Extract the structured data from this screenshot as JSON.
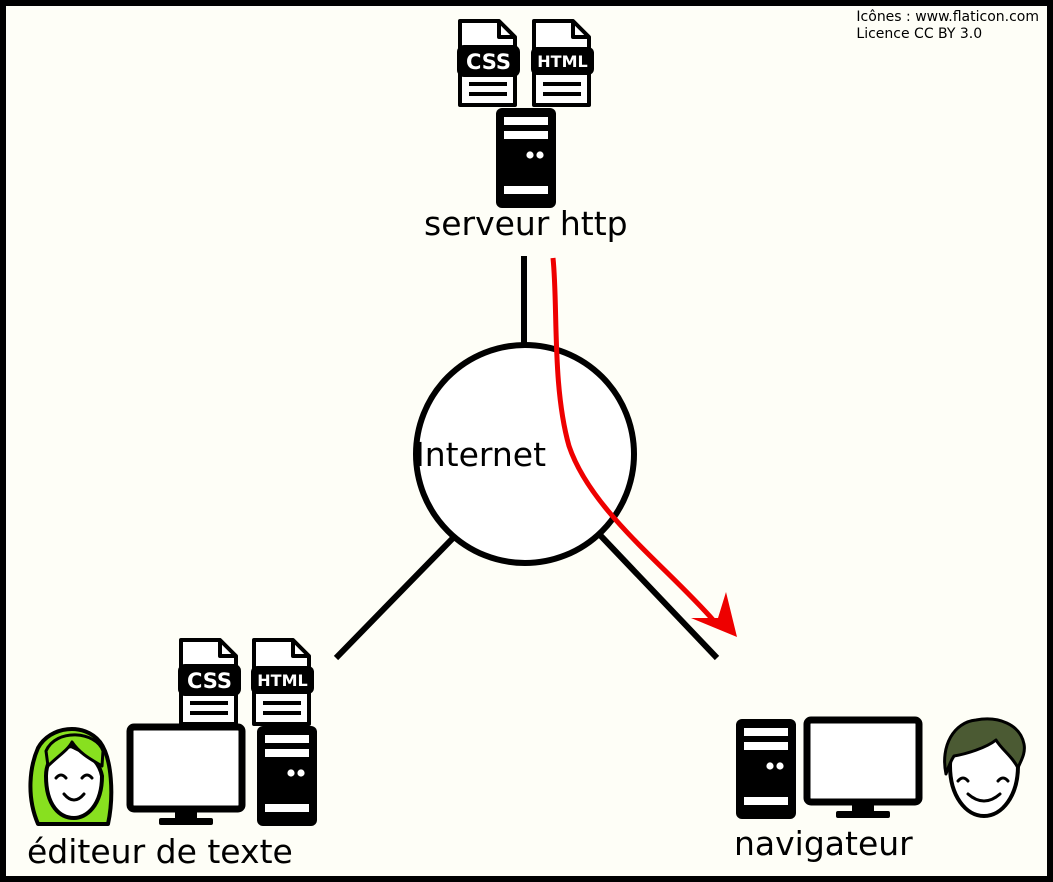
{
  "credits": {
    "line1": "Icônes : www.flaticon.com",
    "line2": "Licence CC BY 3.0"
  },
  "nodes": {
    "server": {
      "label": "serveur http",
      "icons": [
        "css-file-icon",
        "html-file-icon",
        "server-tower-icon"
      ]
    },
    "editor": {
      "label": "éditeur de texte",
      "icons": [
        "css-file-icon",
        "html-file-icon",
        "woman-face-icon",
        "monitor-icon",
        "computer-tower-icon"
      ]
    },
    "browser": {
      "label": "navigateur",
      "icons": [
        "computer-tower-icon",
        "monitor-icon",
        "man-face-icon"
      ]
    },
    "internet": {
      "label": "Internet"
    }
  },
  "file_badges": {
    "css": "CSS",
    "html": "HTML"
  },
  "colors": {
    "flow_arrow": "#ee0000",
    "woman_hair": "#88e01f",
    "man_hair": "#4b5a33",
    "line": "#000000",
    "background": "#fefef7"
  }
}
